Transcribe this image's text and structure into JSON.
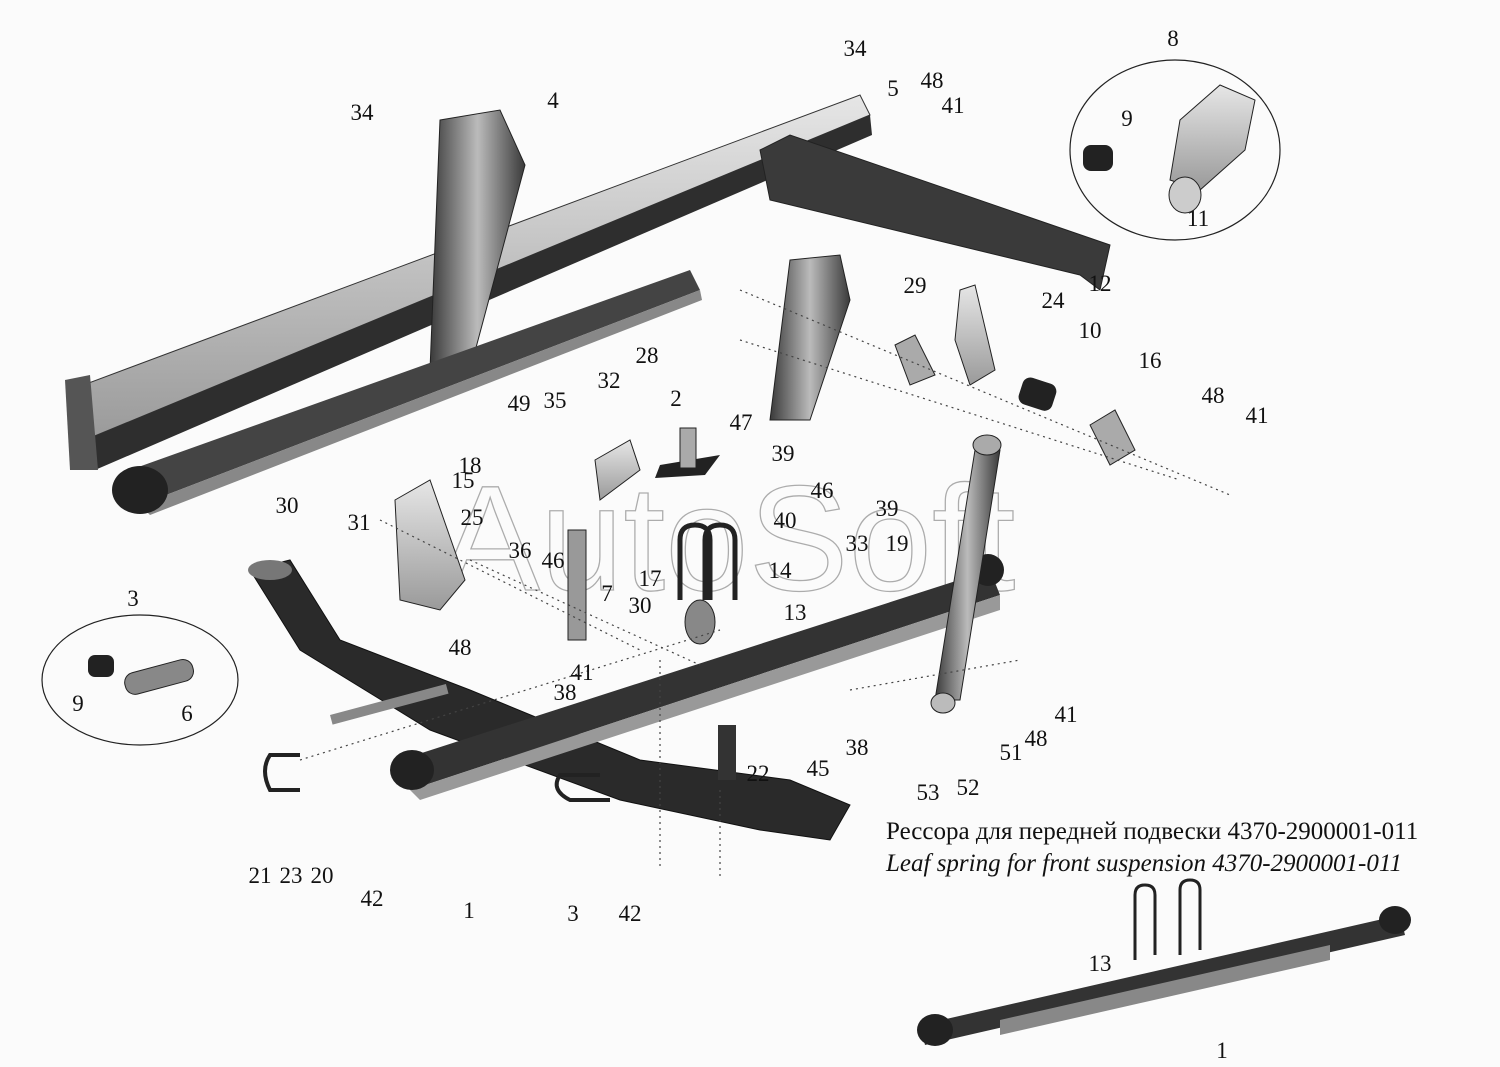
{
  "caption": {
    "ru": "Рессора для передней подвески 4370-2900001-011",
    "en": "Leaf spring for front suspension 4370-2900001-011"
  },
  "watermark": "AutoSoft",
  "callouts": [
    "34",
    "4",
    "34",
    "5",
    "48",
    "41",
    "8",
    "9",
    "11",
    "12",
    "29",
    "24",
    "10",
    "16",
    "48",
    "41",
    "28",
    "32",
    "35",
    "49",
    "2",
    "47",
    "39",
    "46",
    "39",
    "40",
    "18",
    "15",
    "30",
    "31",
    "25",
    "36",
    "46",
    "33",
    "19",
    "14",
    "17",
    "13",
    "7",
    "30",
    "3",
    "9",
    "6",
    "48",
    "41",
    "38",
    "41",
    "48",
    "51",
    "38",
    "45",
    "22",
    "52",
    "53",
    "21",
    "23",
    "20",
    "42",
    "1",
    "3",
    "42",
    "13",
    "1"
  ],
  "colors": {
    "part_dark": "#2b2b2b",
    "part_mid": "#8a8a8a",
    "part_light": "#d4d4d4",
    "background": "#fbfbfb"
  }
}
